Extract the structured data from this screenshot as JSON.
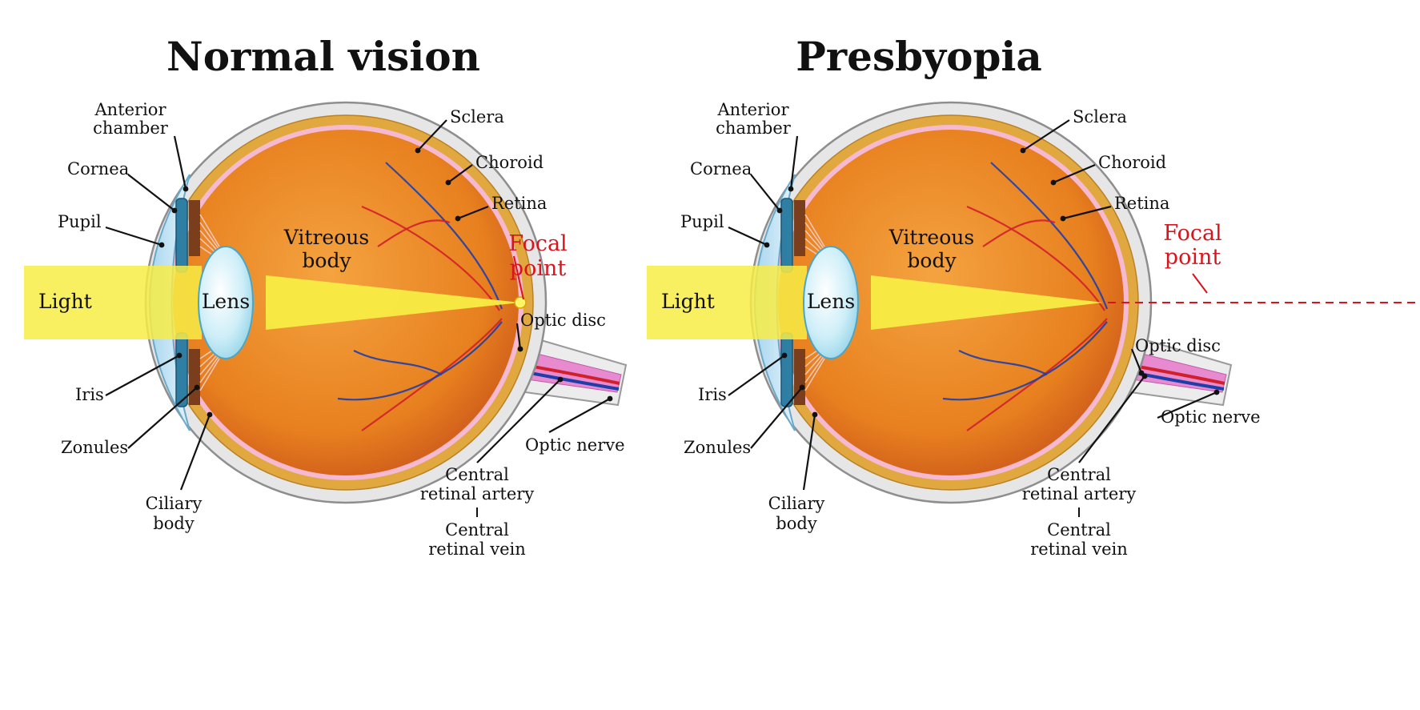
{
  "colors": {
    "light_beam": "#f7ec45",
    "sclera": "#e6e6e6",
    "choroid": "#e2a840",
    "retina": "#f6b9d2",
    "vitreous": "#e97c22",
    "lens": "#bfe6f3",
    "cornea": "#cfe8f5",
    "iris": "#2f7fa5",
    "artery": "#d1202a",
    "vein": "#1f3fa8",
    "focal_point": "#d8141c"
  },
  "panels": [
    {
      "title": "Normal vision",
      "focus_on_retina": true,
      "labels": {
        "anterior_chamber": [
          "Anterior",
          "chamber"
        ],
        "cornea": "Cornea",
        "pupil": "Pupil",
        "iris": "Iris",
        "zonules": "Zonules",
        "ciliary_body": [
          "Ciliary",
          "body"
        ],
        "light": "Light",
        "lens": "Lens",
        "vitreous_body": [
          "Vitreous",
          "body"
        ],
        "sclera": "Sclera",
        "choroid": "Choroid",
        "retina": "Retina",
        "focal_point": [
          "Focal",
          "point"
        ],
        "optic_disc": "Optic disc",
        "optic_nerve": "Optic nerve",
        "central_retinal_artery": [
          "Central",
          "retinal artery"
        ],
        "central_retinal_vein": [
          "Central",
          "retinal vein"
        ]
      }
    },
    {
      "title": "Presbyopia",
      "focus_on_retina": false,
      "labels": {
        "anterior_chamber": [
          "Anterior",
          "chamber"
        ],
        "cornea": "Cornea",
        "pupil": "Pupil",
        "iris": "Iris",
        "zonules": "Zonules",
        "ciliary_body": [
          "Ciliary",
          "body"
        ],
        "light": "Light",
        "lens": "Lens",
        "vitreous_body": [
          "Vitreous",
          "body"
        ],
        "sclera": "Sclera",
        "choroid": "Choroid",
        "retina": "Retina",
        "focal_point": [
          "Focal",
          "point"
        ],
        "optic_disc": "Optic disc",
        "optic_nerve": "Optic nerve",
        "central_retinal_artery": [
          "Central",
          "retinal artery"
        ],
        "central_retinal_vein": [
          "Central",
          "retinal vein"
        ]
      }
    }
  ]
}
